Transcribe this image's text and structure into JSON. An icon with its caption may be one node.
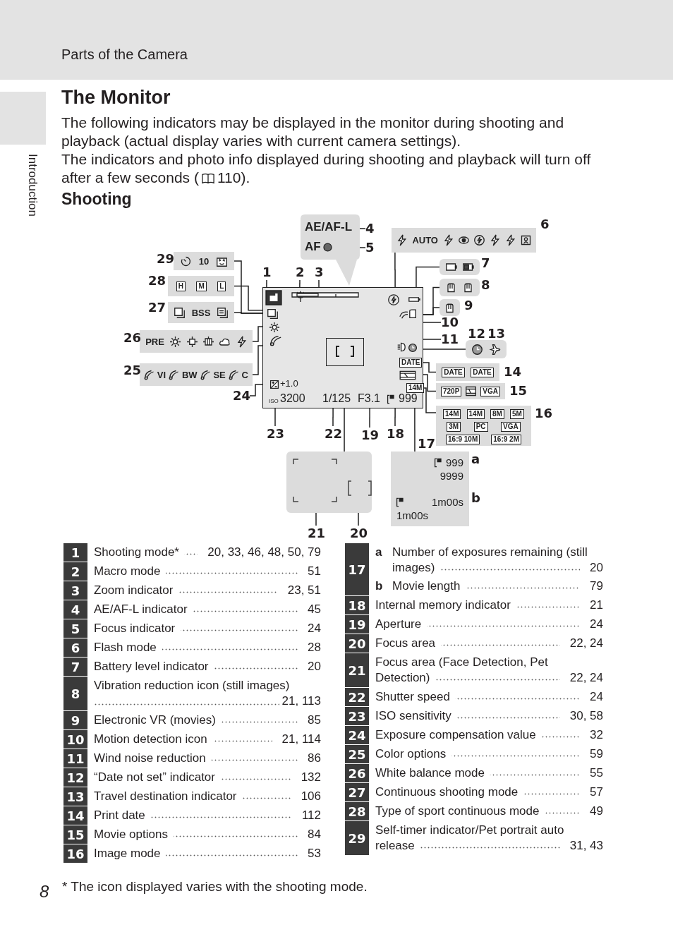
{
  "diagram": {
    "title": "The Monitor",
    "nodes": [
      {
        "text": [
          "DATE",
          "14M",
          "+1.0",
          "ISO",
          "3200",
          "1/125",
          "F3.1",
          "999"
        ]
      },
      {
        "text": [],
        "shape": "box",
        "in": 0
      },
      {
        "text": [
          "AE/AF-L",
          "AF"
        ]
      },
      {
        "text": [
          "AUTO"
        ],
        "beside": [
          "6"
        ]
      },
      {
        "text": [],
        "shape": "box",
        "beside": [
          "7"
        ]
      },
      {
        "text": [],
        "shape": "box",
        "beside": [
          "8"
        ]
      },
      {
        "text": [],
        "shape": "box",
        "beside": [
          "9"
        ]
      },
      {
        "text": [],
        "shape": "box",
        "beside": [
          "12",
          "13"
        ]
      },
      {
        "text": [
          "DATE",
          "DATE"
        ],
        "beside": [
          "14"
        ]
      },
      {
        "text": [
          "720P",
          "VGA"
        ],
        "beside": [
          "15"
        ]
      },
      {
        "text": [
          "14M",
          "14M",
          "8M",
          "5M",
          "3M",
          "PC",
          "VGA",
          "16:9 10M",
          "16:9 2M"
        ],
        "beside": [
          "16"
        ]
      },
      {
        "text": [
          "999",
          "9999",
          "1m00s",
          "1m00s"
        ],
        "beside": [
          "17",
          "a",
          "b"
        ]
      },
      {
        "text": [],
        "shape": "box"
      },
      {
        "text": [
          "10"
        ],
        "beside": [
          "29"
        ]
      },
      {
        "text": [
          "H",
          "M",
          "L"
        ],
        "beside": [
          "28"
        ]
      },
      {
        "text": [
          "BSS"
        ],
        "beside": [
          "27"
        ]
      },
      {
        "text": [
          "PRE"
        ],
        "beside": [
          "26"
        ]
      },
      {
        "text": [
          "VI",
          "BW",
          "SE",
          "C"
        ],
        "beside": [
          "25"
        ]
      },
      {
        "text": [
          "1"
        ]
      },
      {
        "text": [
          "2"
        ]
      },
      {
        "text": [
          "3"
        ]
      },
      {
        "text": [
          "4"
        ]
      },
      {
        "text": [
          "5"
        ]
      },
      {
        "text": [
          "10"
        ]
      },
      {
        "text": [
          "11"
        ]
      },
      {
        "text": [
          "18"
        ]
      },
      {
        "text": [
          "19"
        ]
      },
      {
        "text": [
          "22"
        ]
      },
      {
        "text": [
          "23"
        ]
      },
      {
        "text": [
          "24"
        ]
      },
      {
        "text": [
          "20"
        ]
      },
      {
        "text": [
          "21"
        ]
      }
    ],
    "edges": [
      {
        "from": 18,
        "to": 0,
        "arrow": "none"
      },
      {
        "from": 19,
        "to": 0,
        "arrow": "none"
      },
      {
        "from": 20,
        "to": 0,
        "arrow": "none"
      },
      {
        "from": 21,
        "to": 2,
        "arrow": "none"
      },
      {
        "from": 22,
        "to": 2,
        "arrow": "none"
      },
      {
        "from": 3,
        "to": 0,
        "arrow": "none"
      },
      {
        "from": 4,
        "to": 0,
        "arrow": "none"
      },
      {
        "from": 5,
        "to": 0,
        "arrow": "none"
      },
      {
        "from": 6,
        "to": 0,
        "arrow": "none"
      },
      {
        "from": 23,
        "to": 0,
        "arrow": "none"
      },
      {
        "from": 24,
        "to": 0,
        "arrow": "none"
      },
      {
        "from": 7,
        "to": 0,
        "arrow": "none"
      },
      {
        "from": 8,
        "to": 0,
        "arrow": "none"
      },
      {
        "from": 9,
        "to": 0,
        "arrow": "none"
      },
      {
        "from": 10,
        "to": 0,
        "arrow": "none"
      },
      {
        "from": 11,
        "to": 0,
        "arrow": "none"
      },
      {
        "from": 25,
        "to": 0,
        "arrow": "none"
      },
      {
        "from": 26,
        "to": 0,
        "arrow": "none"
      },
      {
        "from": 27,
        "to": 0,
        "arrow": "none"
      },
      {
        "from": 28,
        "to": 0,
        "arrow": "none"
      },
      {
        "from": 29,
        "to": 0,
        "arrow": "none"
      },
      {
        "from": 1,
        "to": 12,
        "arrow": "none"
      },
      {
        "from": 30,
        "to": 12,
        "arrow": "none"
      },
      {
        "from": 31,
        "to": 12,
        "arrow": "none"
      },
      {
        "from": 13,
        "to": 0,
        "arrow": "none"
      },
      {
        "from": 14,
        "to": 0,
        "arrow": "none"
      },
      {
        "from": 15,
        "to": 0,
        "arrow": "none"
      },
      {
        "from": 16,
        "to": 0,
        "arrow": "none"
      },
      {
        "from": 17,
        "to": 0,
        "arrow": "none"
      }
    ],
    "labels": [
      "Parts of the Camera",
      "Introduction",
      "The following indicators may be displayed in the monitor during shooting and playback (actual display varies with current camera settings).",
      "The indicators and photo info displayed during shooting and playback will turn off after a few seconds (",
      "110).",
      "Shooting",
      "1",
      "Shooting mode*",
      "20, 33, 46, 48, 50, 79",
      "2",
      "Macro mode",
      "51",
      "3",
      "Zoom indicator",
      "23, 51",
      "4",
      "AE/AF-L indicator",
      "45",
      "5",
      "Focus indicator",
      "24",
      "6",
      "Flash mode",
      "28",
      "7",
      "Battery level indicator",
      "20",
      "8",
      "Vibration reduction icon (still images)",
      "21, 113",
      "9",
      "Electronic VR (movies)",
      "85",
      "10",
      "Motion detection icon",
      "21, 114",
      "11",
      "Wind noise reduction",
      "86",
      "12",
      "“Date not set” indicator",
      "132",
      "13",
      "Travel destination indicator",
      "106",
      "14",
      "Print date",
      "112",
      "15",
      "Movie options",
      "84",
      "16",
      "Image mode",
      "53",
      "17",
      "a",
      "Number of exposures remaining (still images)",
      "20",
      "b",
      "Movie length",
      "79",
      "18",
      "Internal memory indicator",
      "21",
      "19",
      "Aperture",
      "24",
      "20",
      "Focus area",
      "22, 24",
      "21",
      "Focus area (Face Detection, Pet Detection)",
      "22, 24",
      "22",
      "Shutter speed",
      "24",
      "23",
      "ISO sensitivity",
      "30, 58",
      "24",
      "Exposure compensation value",
      "32",
      "25",
      "Color options",
      "59",
      "26",
      "White balance mode",
      "55",
      "27",
      "Continuous shooting mode",
      "57",
      "28",
      "Type of sport continuous mode",
      "49",
      "29",
      "Self-timer indicator/Pet portrait auto release",
      "31, 43",
      "8",
      "* The icon displayed varies with the shooting mode."
    ]
  }
}
